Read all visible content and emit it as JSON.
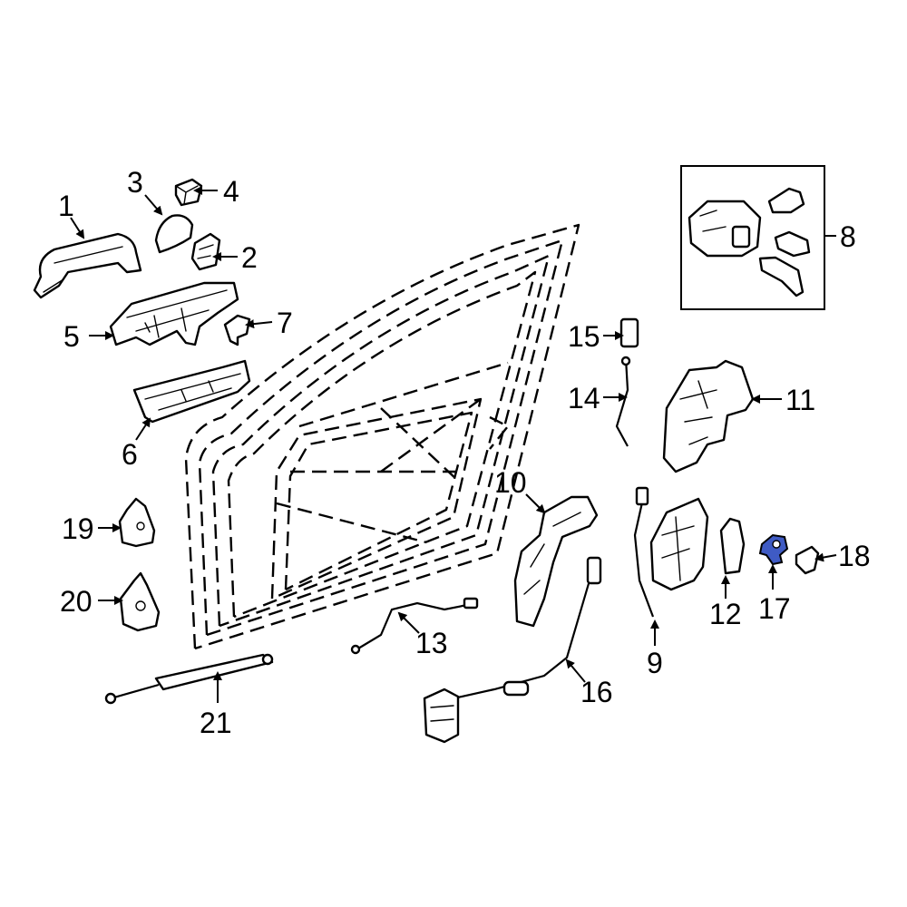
{
  "highlight_color": "#3f5bc4",
  "highlighted_part": "17",
  "callouts": {
    "c1": "1",
    "c2": "2",
    "c3": "3",
    "c4": "4",
    "c5": "5",
    "c6": "6",
    "c7": "7",
    "c8": "8",
    "c9": "9",
    "c10": "10",
    "c11": "11",
    "c12": "12",
    "c13": "13",
    "c14": "14",
    "c15": "15",
    "c16": "16",
    "c17": "17",
    "c18": "18",
    "c19": "19",
    "c20": "20",
    "c21": "21"
  }
}
